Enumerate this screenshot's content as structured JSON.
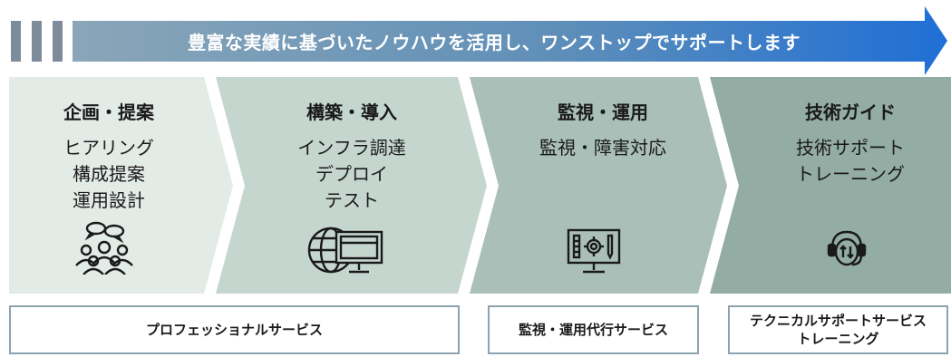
{
  "banner": {
    "text": "豊富な実績に基づいたノウハウを活用し、ワンストップでサポートします",
    "color_start": "#8aa6b8",
    "color_end": "#1f6fd6"
  },
  "stages": [
    {
      "title": "企画・提案",
      "lines": [
        "ヒアリング",
        "構成提案",
        "運用設計"
      ],
      "icon": "people-discussion-icon",
      "color": "#e3ebe6"
    },
    {
      "title": "構築・導入",
      "lines": [
        "インフラ調達",
        "デプロイ",
        "テスト"
      ],
      "icon": "globe-computer-icon",
      "color": "#c5d6cf"
    },
    {
      "title": "監視・運用",
      "lines": [
        "監視・障害対応"
      ],
      "icon": "monitor-gear-icon",
      "color": "#a9bfb7"
    },
    {
      "title": "技術ガイド",
      "lines": [
        "技術サポート",
        "トレーニング"
      ],
      "icon": "support-headset-icon",
      "color": "#93aca4"
    }
  ],
  "services": [
    {
      "lines": [
        "プロフェッショナルサービス"
      ]
    },
    {
      "lines": [
        "監視・運用代行サービス"
      ]
    },
    {
      "lines": [
        "テクニカルサポートサービス",
        "トレーニング"
      ]
    }
  ]
}
